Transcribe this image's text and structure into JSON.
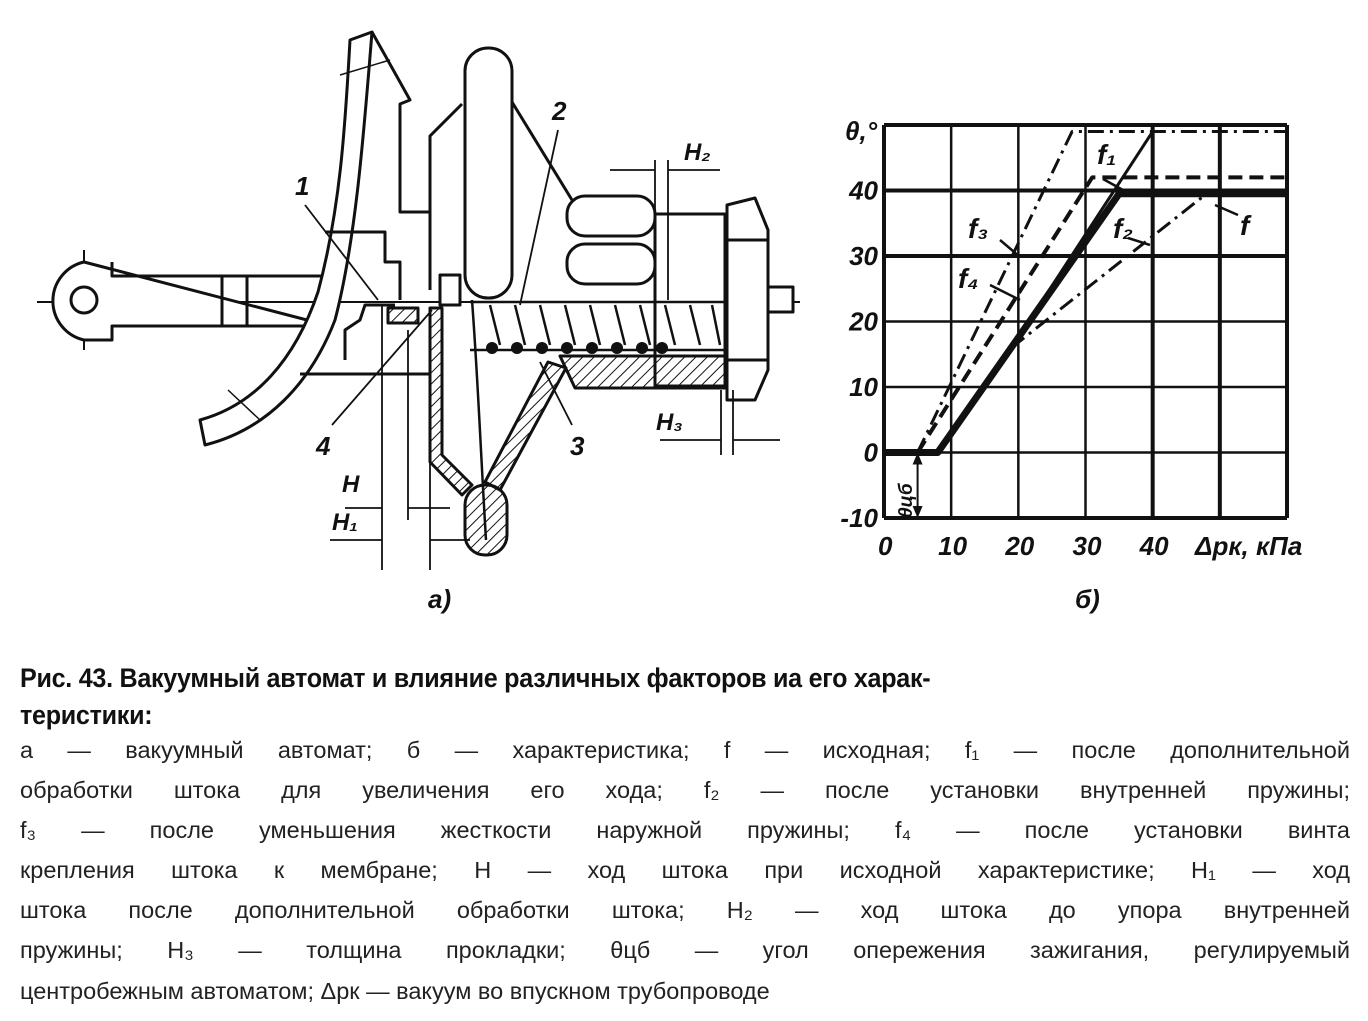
{
  "figure_a": {
    "panel_label": "а)",
    "part_labels": [
      "1",
      "2",
      "3",
      "4"
    ],
    "dimension_labels": {
      "H": "H",
      "H1": "H₁",
      "H2": "H₂",
      "H3": "H₃"
    }
  },
  "figure_b": {
    "panel_label": "б)"
  },
  "chart_data": {
    "type": "line",
    "title": "",
    "xlabel": "Δpк, кПа",
    "ylabel": "θ,°",
    "xlim": [
      0,
      60
    ],
    "ylim": [
      -10,
      50
    ],
    "x_ticks": [
      "0",
      "10",
      "20",
      "30",
      "40"
    ],
    "y_ticks": [
      "-10",
      "0",
      "10",
      "20",
      "30",
      "40"
    ],
    "x_tick_values": [
      0,
      10,
      20,
      30,
      40
    ],
    "y_tick_values": [
      -10,
      0,
      10,
      20,
      30,
      40
    ],
    "grid": true,
    "annotation": "θцб",
    "annotation_span": [
      [
        5,
        0
      ],
      [
        5,
        -10
      ]
    ],
    "series": [
      {
        "name": "f",
        "style": "thick-solid",
        "points": [
          [
            0,
            0
          ],
          [
            8,
            0
          ],
          [
            35,
            39.5
          ],
          [
            60,
            39.5
          ]
        ]
      },
      {
        "name": "f₁",
        "style": "solid",
        "points": [
          [
            19,
            16
          ],
          [
            40,
            49
          ]
        ]
      },
      {
        "name": "f₂",
        "style": "dash-dot",
        "points": [
          [
            19,
            16
          ],
          [
            48,
            39.5
          ]
        ]
      },
      {
        "name": "f₃",
        "style": "dash-dot",
        "points": [
          [
            5,
            0
          ],
          [
            28,
            49
          ],
          [
            60,
            49
          ]
        ]
      },
      {
        "name": "f₄",
        "style": "dashed",
        "points": [
          [
            5,
            0
          ],
          [
            31,
            42
          ],
          [
            60,
            42
          ]
        ]
      }
    ]
  },
  "caption": {
    "title_line1": "Рис. 43. Вакуумный автомат и влияние различных факторов иа его харак-",
    "title_line2": "теристики:",
    "lines": [
      "а — вакуумный автомат; б — характеристика; f — исходная; f₁ — после дополнительной",
      "обработки штока для увеличения его хода; f₂ — после установки внутренней пружины;",
      "f₃ — после уменьшения жесткости наружной пружины; f₄ — после установки винта",
      "крепления штока к мембране; H — ход штока при исходной характеристике; H₁ — ход",
      "штока после дополнительной обработки штока; H₂ — ход штока до упора внутренней",
      "пружины; H₃ — толщина прокладки; θцб — угол опережения зажигания, регулируемый",
      "центробежным автоматом; Δpк — вакуум во впускном трубопроводе"
    ]
  }
}
